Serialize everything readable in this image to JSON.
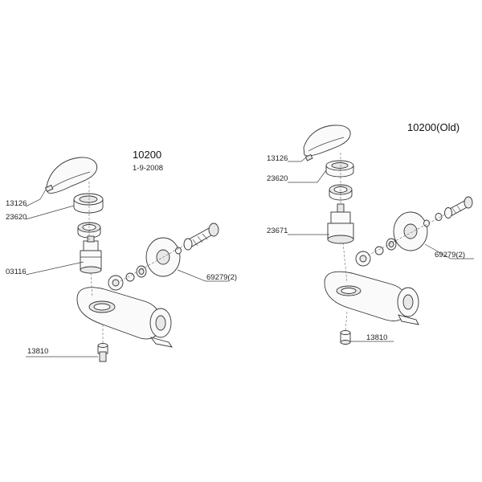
{
  "diagrams": [
    {
      "title": "10200",
      "subtitle": "1-9-2008",
      "labels": [
        "13126",
        "23620",
        "03116",
        "69279(2)",
        "13810"
      ]
    },
    {
      "title": "10200(Old)",
      "subtitle": "",
      "labels": [
        "13126",
        "23620",
        "23671",
        "69279(2)",
        "13810"
      ]
    }
  ]
}
